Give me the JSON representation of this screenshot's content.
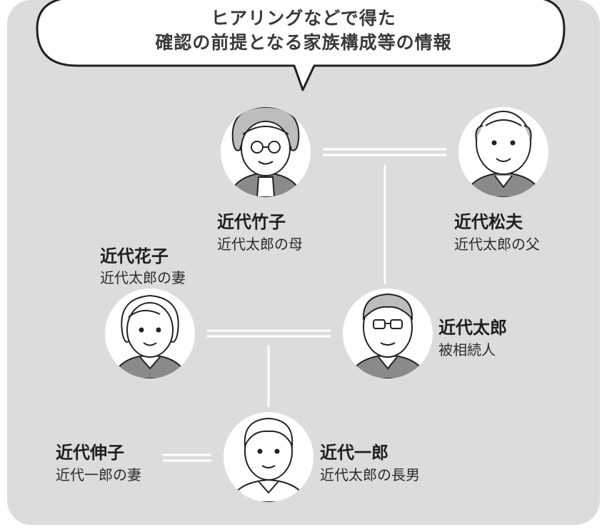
{
  "bubble": {
    "line1": "ヒアリングなどで得た",
    "line2": "確認の前提となる家族構成等の情報"
  },
  "people": {
    "takeko": {
      "name": "近代竹子",
      "role": "近代太郎の母"
    },
    "matsuo": {
      "name": "近代松夫",
      "role": "近代太郎の父"
    },
    "hanako": {
      "name": "近代花子",
      "role": "近代太郎の妻"
    },
    "taro": {
      "name": "近代太郎",
      "role": "被相続人"
    },
    "ichiro": {
      "name": "近代一郎",
      "role": "近代太郎の長男"
    },
    "nobuko": {
      "name": "近代伸子",
      "role": "近代一郎の妻"
    }
  },
  "colors": {
    "panel": "#dcdcdc",
    "stroke": "#222222",
    "hair_gray": "#bdbdbd",
    "clothing_gray": "#8a8a8a"
  }
}
